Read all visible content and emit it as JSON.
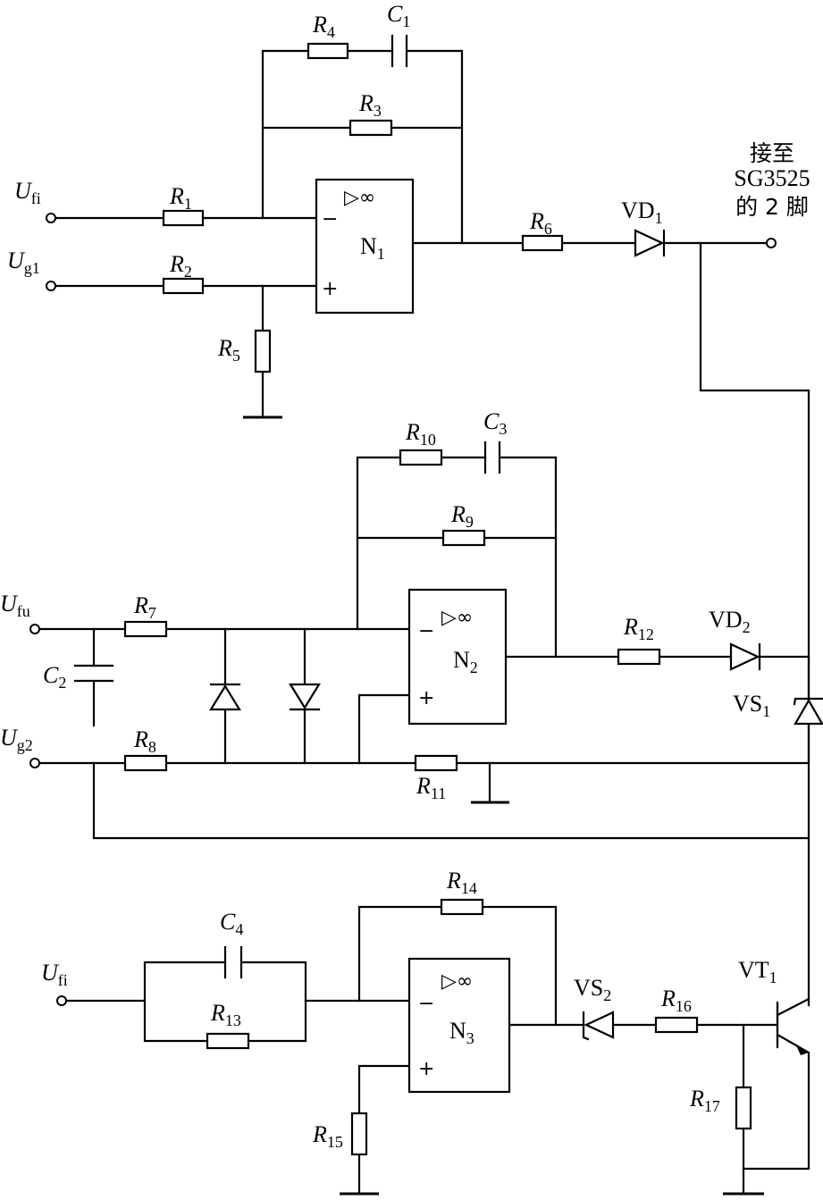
{
  "inputs": {
    "ufi_top": {
      "main": "U",
      "sub": "fi"
    },
    "ug1": {
      "main": "U",
      "sub": "g1"
    },
    "ufu": {
      "main": "U",
      "sub": "fu"
    },
    "ug2": {
      "main": "U",
      "sub": "g2"
    },
    "ufi_bottom": {
      "main": "U",
      "sub": "fi"
    }
  },
  "resistors": {
    "r1": {
      "main": "R",
      "sub": "1"
    },
    "r2": {
      "main": "R",
      "sub": "2"
    },
    "r3": {
      "main": "R",
      "sub": "3"
    },
    "r4": {
      "main": "R",
      "sub": "4"
    },
    "r5": {
      "main": "R",
      "sub": "5"
    },
    "r6": {
      "main": "R",
      "sub": "6"
    },
    "r7": {
      "main": "R",
      "sub": "7"
    },
    "r8": {
      "main": "R",
      "sub": "8"
    },
    "r9": {
      "main": "R",
      "sub": "9"
    },
    "r10": {
      "main": "R",
      "sub": "10"
    },
    "r11": {
      "main": "R",
      "sub": "11"
    },
    "r12": {
      "main": "R",
      "sub": "12"
    },
    "r13": {
      "main": "R",
      "sub": "13"
    },
    "r14": {
      "main": "R",
      "sub": "14"
    },
    "r15": {
      "main": "R",
      "sub": "15"
    },
    "r16": {
      "main": "R",
      "sub": "16"
    },
    "r17": {
      "main": "R",
      "sub": "17"
    }
  },
  "capacitors": {
    "c1": {
      "main": "C",
      "sub": "1"
    },
    "c2": {
      "main": "C",
      "sub": "2"
    },
    "c3": {
      "main": "C",
      "sub": "3"
    },
    "c4": {
      "main": "C",
      "sub": "4"
    }
  },
  "opamps": {
    "n1": {
      "main": "N",
      "sub": "1"
    },
    "n2": {
      "main": "N",
      "sub": "2"
    },
    "n3": {
      "main": "N",
      "sub": "3"
    },
    "type_symbol": "▷∞",
    "minus": "−",
    "plus": "+"
  },
  "semis": {
    "vd1": {
      "main": "VD",
      "sub": "1"
    },
    "vd2": {
      "main": "VD",
      "sub": "2"
    },
    "vs1": {
      "main": "VS",
      "sub": "1"
    },
    "vs2": {
      "main": "VS",
      "sub": "2"
    },
    "vt1": {
      "main": "VT",
      "sub": "1"
    }
  },
  "output_note": {
    "line1": "接至",
    "line2": "SG3525",
    "line3": "的 2 脚"
  }
}
